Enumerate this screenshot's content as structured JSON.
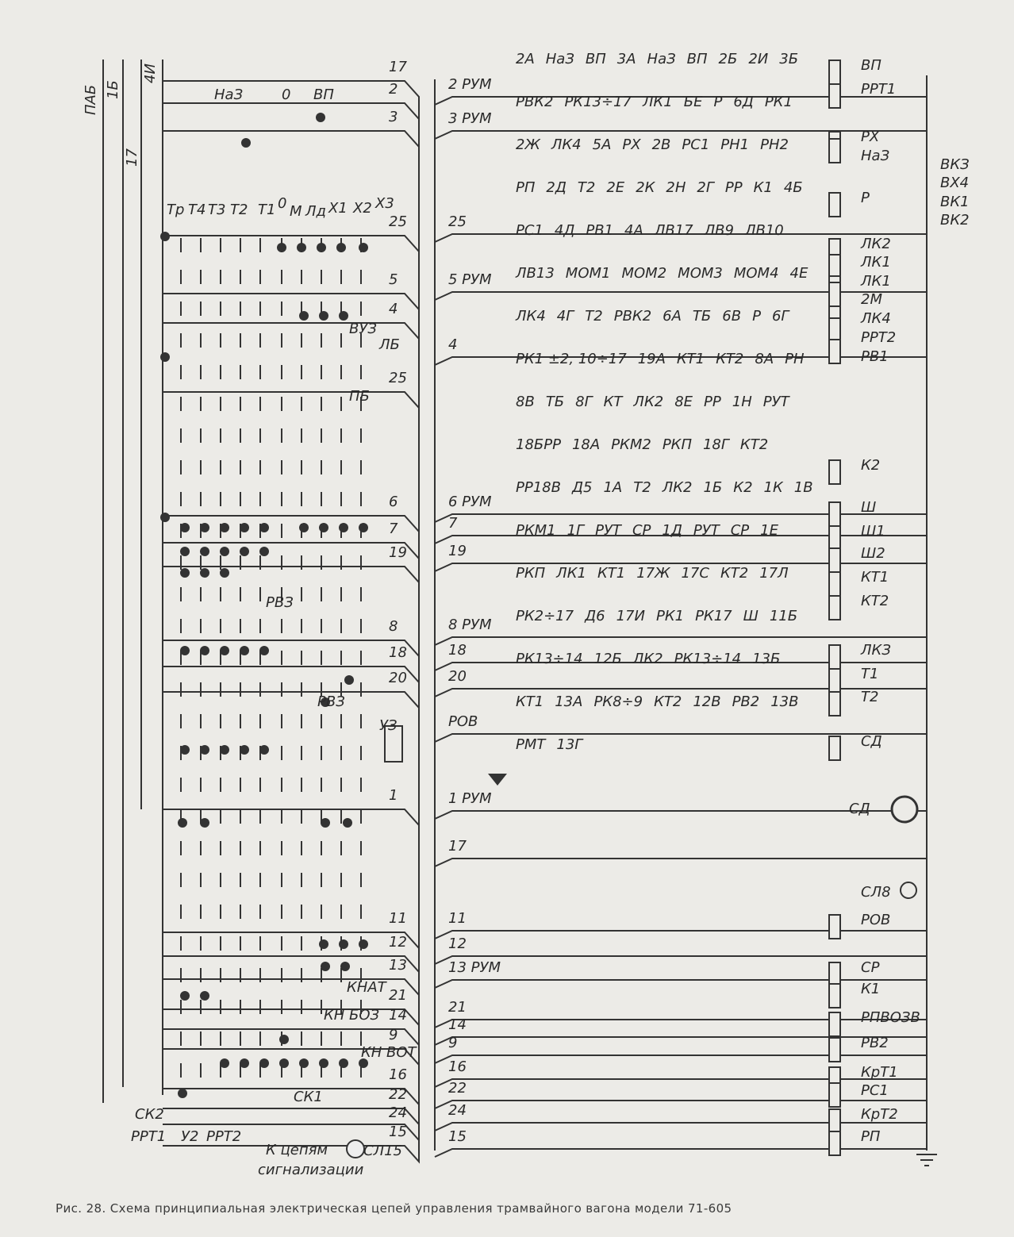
{
  "caption": "Рис. 28. Схема принципиальная электрическая цепей управления трамвайного вагона модели 71-605",
  "bus_labels": [
    "ПАБ",
    "1Б",
    "17",
    "4И"
  ],
  "left_wires": [
    "17",
    "2",
    "3",
    "25",
    "5",
    "4",
    "25",
    "6",
    "7",
    "19",
    "8",
    "18",
    "20",
    "1",
    "11",
    "12",
    "13",
    "21",
    "14",
    "9",
    "16",
    "22",
    "24",
    "15"
  ],
  "controller_labels": [
    "НаЗ",
    "0",
    "ВП",
    "Тр",
    "Т4",
    "Т3",
    "Т2",
    "Т1",
    "0",
    "М",
    "Лд",
    "Х1",
    "Х2",
    "Х3",
    "ВУЗ",
    "ЛБ",
    "ПБ",
    "РВЗ",
    "РВЗ",
    "УЗ",
    "КНАТ",
    "КН БОЗ",
    "КН ВОТ",
    "СК2",
    "СК1",
    "РРТ1",
    "У2",
    "РРТ2",
    "СЛ15",
    "К цепям",
    "сигнализации"
  ],
  "right_wires": [
    "2 РУМ",
    "3 РУМ",
    "25",
    "5 РУМ",
    "4",
    "6 РУМ",
    "7",
    "19",
    "8 РУМ",
    "18",
    "20",
    "РОВ",
    "1 РУМ",
    "17",
    "11",
    "12",
    "13 РУМ",
    "21",
    "14",
    "9",
    "16",
    "22",
    "24",
    "15"
  ],
  "node_labels": [
    "2А",
    "НаЗ",
    "ВП",
    "3А",
    "НаЗ",
    "ВП",
    "2Б",
    "2И",
    "3Б",
    "РВК2",
    "РК13÷17",
    "ЛК1",
    "БЕ",
    "Р",
    "6Д",
    "РК1",
    "2Ж",
    "ЛК4",
    "5А",
    "РХ",
    "2В",
    "РС1",
    "РН1",
    "РН2",
    "РП",
    "2Д",
    "Т2",
    "2Е",
    "2К",
    "2Н",
    "2Г",
    "РР",
    "К1",
    "4Б",
    "РС1",
    "4Д",
    "РВ1",
    "4А",
    "ЛВ17",
    "ЛВ9",
    "ЛВ10",
    "ЛВ13",
    "МОМ1",
    "МОМ2",
    "МОМ3",
    "МОМ4",
    "4Е",
    "ЛК4",
    "4Г",
    "Т2",
    "РВК2",
    "6А",
    "ТБ",
    "6В",
    "Р",
    "6Г",
    "РК1 ±2, 10÷17",
    "19А",
    "КТ1",
    "КТ2",
    "8А",
    "РН",
    "8В",
    "ТБ",
    "8Г",
    "КТ",
    "ЛК2",
    "8Е",
    "РР",
    "1Н",
    "РУТ",
    "18БРР",
    "18А",
    "РКМ2",
    "РКП",
    "18Г",
    "КТ2",
    "РР18В",
    "Д5",
    "1А",
    "Т2",
    "ЛК2",
    "1Б",
    "К2",
    "1К",
    "1В",
    "РКМ1",
    "1Г",
    "РУТ",
    "СР",
    "1Д",
    "РУТ",
    "СР",
    "1Е",
    "РКП",
    "ЛК1",
    "КТ1",
    "17Ж",
    "17С",
    "КТ2",
    "17Л",
    "РК2÷17",
    "Д6",
    "17И",
    "РК1",
    "РК17",
    "Ш",
    "11Б",
    "РК13÷14",
    "12Б",
    "ЛК2",
    "РК13÷14",
    "13Б",
    "КТ1",
    "13А",
    "РК8÷9",
    "КТ2",
    "12В",
    "РВ2",
    "13В",
    "РМТ",
    "13Г"
  ],
  "coil_labels": [
    "ВП",
    "РРТ1",
    "РХ",
    "НаЗ",
    "ВКЗ",
    "ВХ4",
    "ВК1",
    "ВК2",
    "Р",
    "ЛК2",
    "ЛК1",
    "ЛК1",
    "2М",
    "ЛК4",
    "РРТ2",
    "РВ1",
    "К2",
    "Ш",
    "Ш1",
    "Ш2",
    "КТ1",
    "КТ2",
    "ЛКЗ",
    "Т1",
    "Т2",
    "СД",
    "СД",
    "СЛ8",
    "РОВ",
    "СР",
    "К1",
    "РПВОЗВ",
    "РВ2",
    "КрТ1",
    "РС1",
    "КрТ2",
    "РП"
  ],
  "colors": {
    "paper": "#ecebe7",
    "ink": "#2a2a2a"
  }
}
